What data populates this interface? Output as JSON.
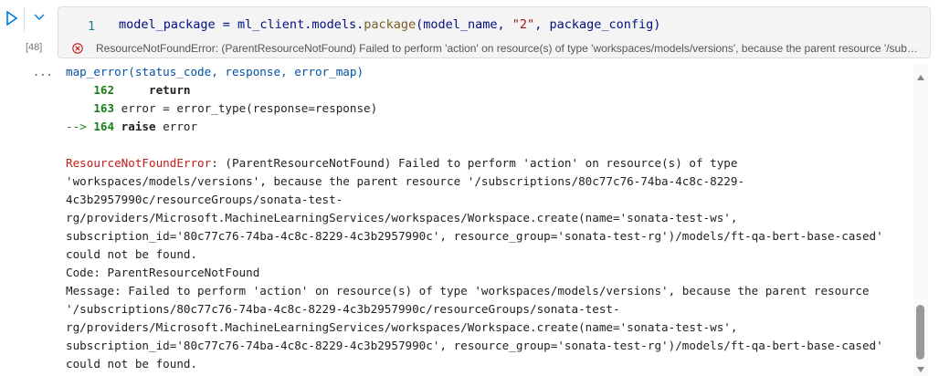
{
  "cell": {
    "execution_count": "[48]",
    "line_number": "1",
    "code": {
      "a": "model_package = ml_client.models.",
      "fn": "package",
      "b": "(model_name, ",
      "str": "\"2\"",
      "c": ", package_config)"
    },
    "error_summary": "ResourceNotFoundError: (ParentResourceNotFound) Failed to perform 'action' on resource(s) of type 'workspaces/models/versions', because the parent resource '/subscri..."
  },
  "output": {
    "more": "...",
    "lines": [
      "map_error(status_code, response, error_map)",
      {
        "num": "162",
        "text": "     return"
      },
      {
        "num": "163",
        "text": " error = error_type(response=response)"
      },
      {
        "arrow": "--> ",
        "num": "164",
        "kw": " raise",
        "text": " error"
      },
      "",
      {
        "err": "ResourceNotFoundError",
        "text": ": (ParentResourceNotFound) Failed to perform 'action' on resource(s) of type"
      },
      "'workspaces/models/versions', because the parent resource '/subscriptions/80c77c76-74ba-4c8c-8229-",
      "4c3b2957990c/resourceGroups/sonata-test-",
      "rg/providers/Microsoft.MachineLearningServices/workspaces/Workspace.create(name='sonata-test-ws',",
      "subscription_id='80c77c76-74ba-4c8c-8229-4c3b2957990c', resource_group='sonata-test-rg')/models/ft-qa-bert-base-cased'",
      "could not be found.",
      "Code: ParentResourceNotFound",
      "Message: Failed to perform 'action' on resource(s) of type 'workspaces/models/versions', because the parent resource",
      "'/subscriptions/80c77c76-74ba-4c8c-8229-4c3b2957990c/resourceGroups/sonata-test-",
      "rg/providers/Microsoft.MachineLearningServices/workspaces/Workspace.create(name='sonata-test-ws',",
      "subscription_id='80c77c76-74ba-4c8c-8229-4c3b2957990c', resource_group='sonata-test-rg')/models/ft-qa-bert-base-cased'",
      "could not be found."
    ]
  },
  "colors": {
    "accent": "#0078d4",
    "error": "#c41a16",
    "line_number_green": "#1a7f1a"
  }
}
